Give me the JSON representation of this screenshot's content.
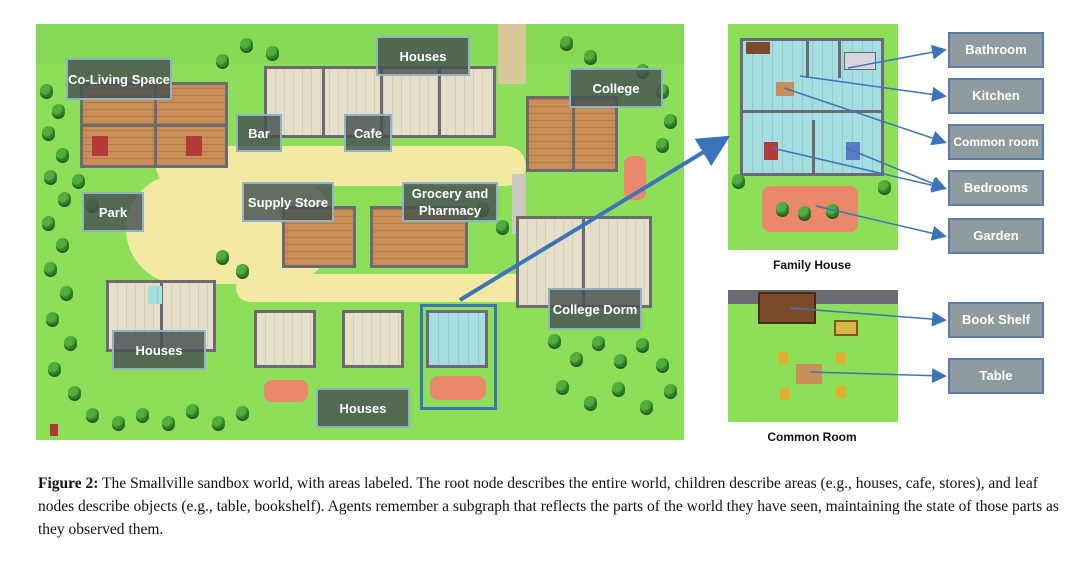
{
  "map_labels": {
    "coliving": "Co-Living Space",
    "houses_top": "Houses",
    "college": "College",
    "bar": "Bar",
    "cafe": "Cafe",
    "supply": "Supply Store",
    "grocery": "Grocery and Pharmacy",
    "park": "Park",
    "college_dorm": "College Dorm",
    "houses_left": "Houses",
    "houses_bottom": "Houses"
  },
  "family_house": {
    "caption": "Family House",
    "labels": [
      "Bathroom",
      "Kitchen",
      "Common room",
      "Bedrooms",
      "Garden"
    ]
  },
  "common_room": {
    "caption": "Common Room",
    "labels": [
      "Book Shelf",
      "Table"
    ]
  },
  "figure_caption": {
    "label": "Figure 2:",
    "text": " The Smallville sandbox world, with areas labeled. The root node describes the entire world, children describe areas (e.g., houses, cafe, stores), and leaf nodes describe objects (e.g., table, bookshelf). Agents remember a subgraph that reflects the parts of the world they have seen, maintaining the state of those parts as they observed them."
  },
  "colors": {
    "grass": "#8ddf5a",
    "path": "#f3e9a3",
    "label_bg": "#464f50",
    "arrow": "#3b74b8"
  }
}
